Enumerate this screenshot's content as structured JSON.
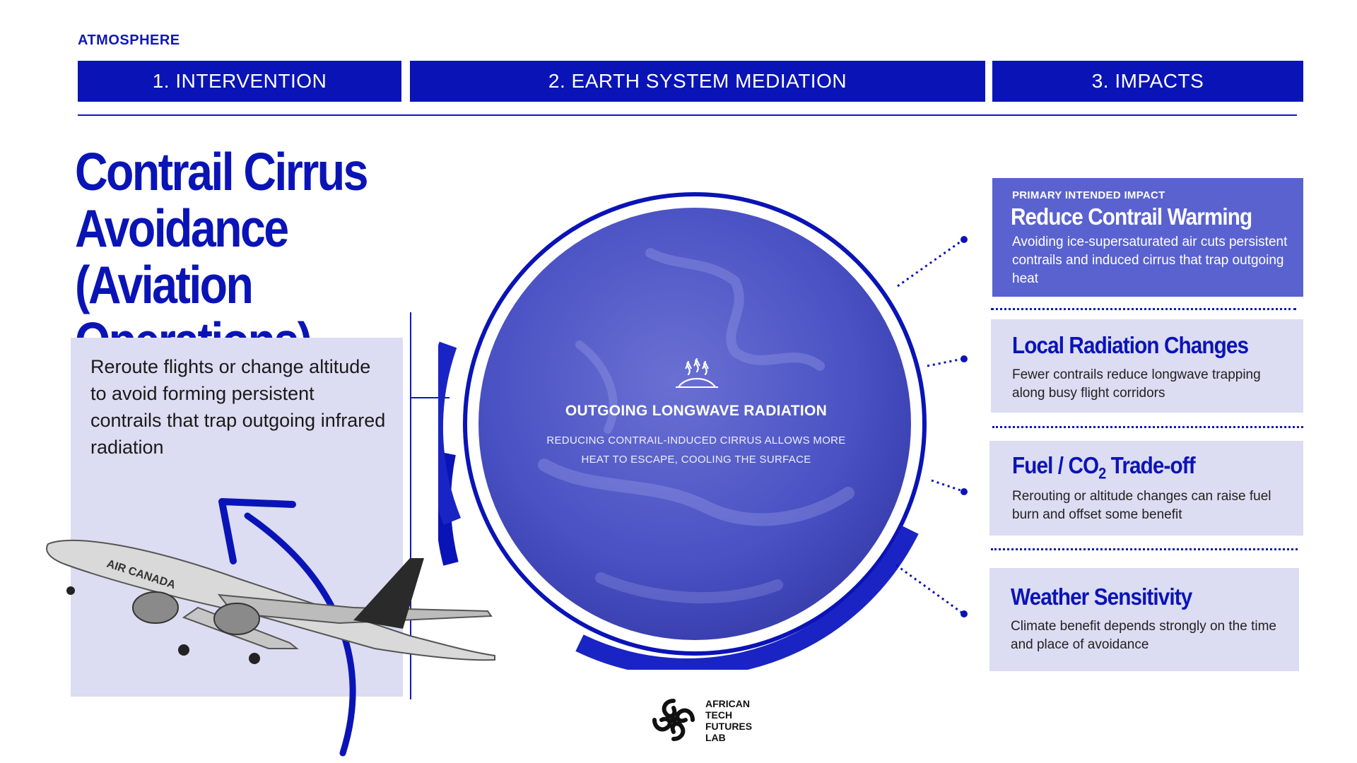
{
  "header": {
    "section_label": "ATMOSPHERE",
    "phases": [
      "1. INTERVENTION",
      "2. EARTH SYSTEM MEDIATION",
      "3. IMPACTS"
    ]
  },
  "intervention": {
    "title": "Contrail Cirrus Avoidance (Aviation Operations)",
    "description": "Reroute flights or change altitude to avoid forming persistent contrails that trap outgoing infrared radiation"
  },
  "mediation": {
    "icon": "heat-rising-icon",
    "title": "OUTGOING LONGWAVE RADIATION",
    "subtitle_line1": "REDUCING CONTRAIL-INDUCED CIRRUS ALLOWS MORE",
    "subtitle_line2": "HEAT TO ESCAPE, COOLING THE SURFACE"
  },
  "impacts": [
    {
      "kicker": "PRIMARY INTENDED IMPACT",
      "title": "Reduce Contrail Warming",
      "body": "Avoiding ice-supersaturated air cuts persistent contrails and induced cirrus that trap outgoing heat"
    },
    {
      "title": "Local Radiation Changes",
      "body": "Fewer contrails reduce longwave trapping along busy flight corridors"
    },
    {
      "title_prefix": "Fuel / CO",
      "title_sub": "2",
      "title_suffix": " Trade-off",
      "body": "Rerouting or altitude changes can raise fuel burn and offset some benefit"
    },
    {
      "title": "Weather Sensitivity",
      "body": "Climate benefit depends strongly on the time and place of avoidance"
    }
  ],
  "branding": {
    "logo_lines": [
      "AFRICAN",
      "TECH",
      "FUTURES",
      "LAB"
    ]
  },
  "colors": {
    "brand_blue": "#0a14b6",
    "globe_blue": "#4a52c4",
    "card_light": "#dcdcf2",
    "card_primary": "#5a62cf"
  }
}
